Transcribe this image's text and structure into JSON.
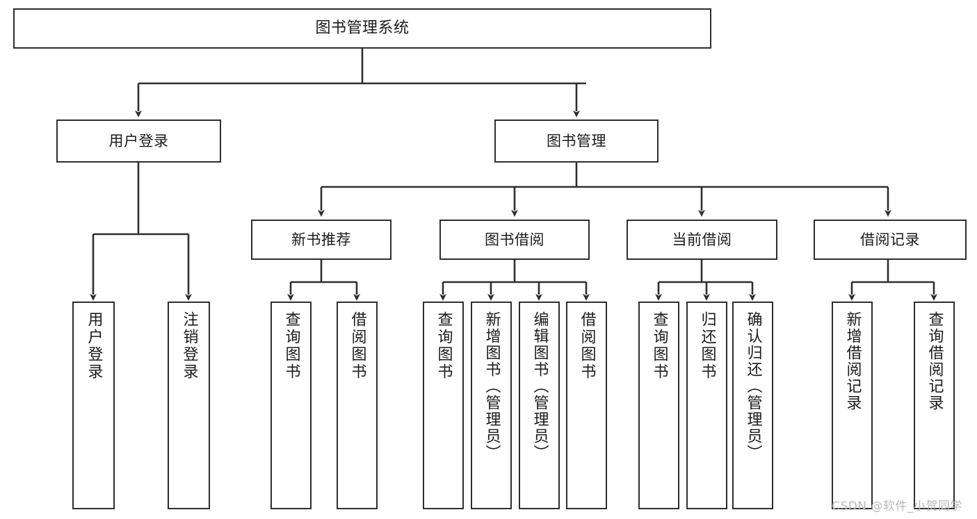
{
  "diagram": {
    "type": "tree",
    "title": "图书管理系统",
    "orientation": "top-down",
    "colors": {
      "box_border": "#2e2e2e",
      "box_fill": "#ffffff",
      "connector": "#2e2e2e",
      "background": "#ffffff",
      "watermark": "#b9b9b9"
    },
    "root": {
      "label": "图书管理系统"
    },
    "level2": [
      {
        "id": "user-login",
        "label": "用户登录"
      },
      {
        "id": "book-manage",
        "label": "图书管理"
      }
    ],
    "level3": [
      {
        "id": "new-book-recommend",
        "label": "新书推荐",
        "parent": "book-manage"
      },
      {
        "id": "book-borrow",
        "label": "图书借阅",
        "parent": "book-manage"
      },
      {
        "id": "current-borrow",
        "label": "当前借阅",
        "parent": "book-manage"
      },
      {
        "id": "borrow-record",
        "label": "借阅记录",
        "parent": "book-manage"
      }
    ],
    "leaves": {
      "user-login": [
        {
          "id": "leaf-user-login",
          "label": "用户登录"
        },
        {
          "id": "leaf-logout",
          "label": "注销登录"
        }
      ],
      "new-book-recommend": [
        {
          "id": "leaf-query-book-1",
          "label": "查询图书"
        },
        {
          "id": "leaf-borrow-book-1",
          "label": "借阅图书"
        }
      ],
      "book-borrow": [
        {
          "id": "leaf-query-book-2",
          "label": "查询图书"
        },
        {
          "id": "leaf-add-book",
          "label": "新增图书（管理员）"
        },
        {
          "id": "leaf-edit-book",
          "label": "编辑图书（管理员）"
        },
        {
          "id": "leaf-borrow-book-2",
          "label": "借阅图书"
        }
      ],
      "current-borrow": [
        {
          "id": "leaf-query-book-3",
          "label": "查询图书"
        },
        {
          "id": "leaf-return-book",
          "label": "归还图书"
        },
        {
          "id": "leaf-confirm-return",
          "label": "确认归还（管理员）"
        }
      ],
      "borrow-record": [
        {
          "id": "leaf-add-record",
          "label": "新增借阅记录"
        },
        {
          "id": "leaf-query-record",
          "label": "查询借阅记录"
        }
      ]
    }
  },
  "watermark": {
    "text": "CSDN @软件_小贺同学"
  }
}
